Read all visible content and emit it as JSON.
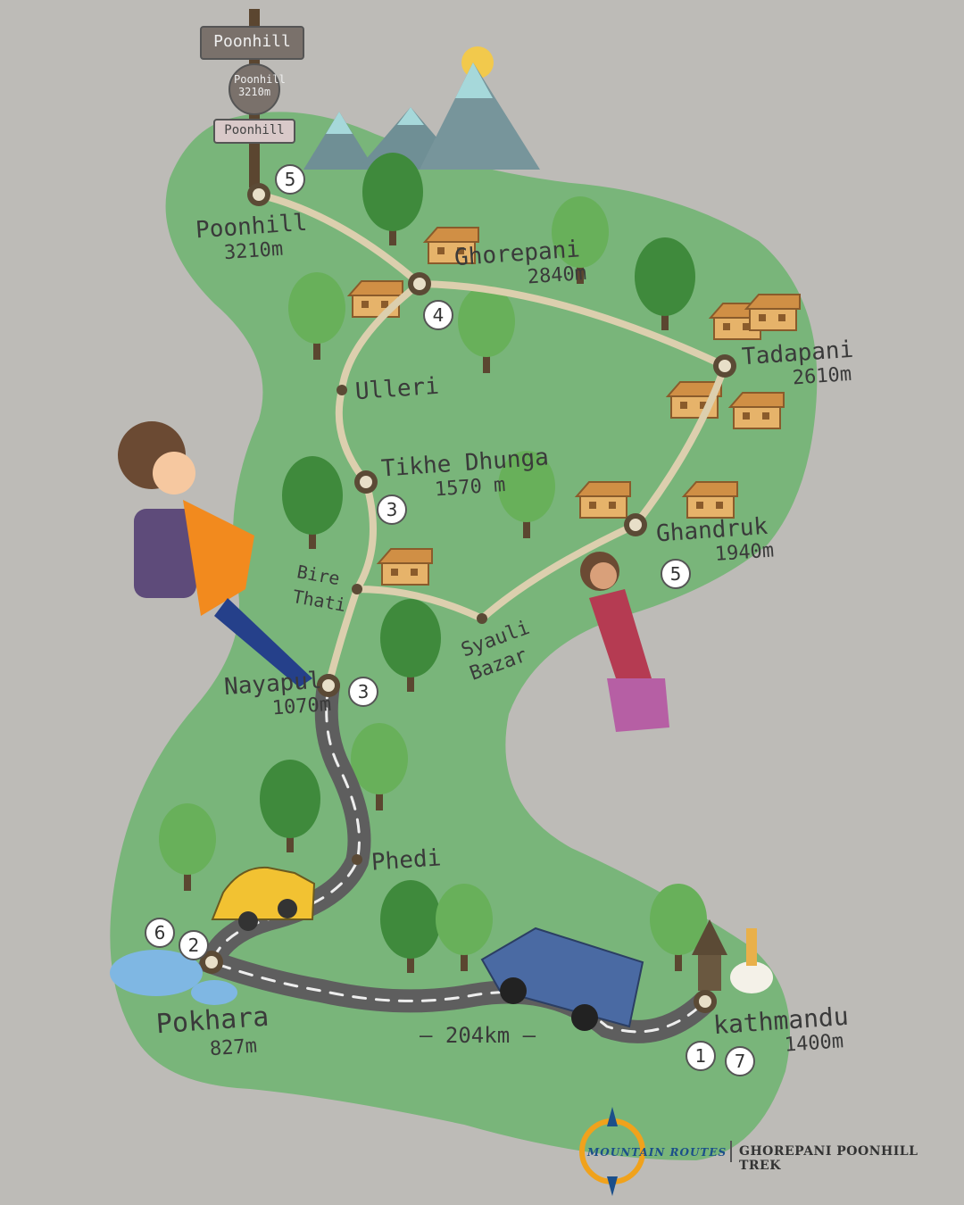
{
  "brand": {
    "name": "MOUNTAIN ROUTES",
    "title": "GHOREPANI POONHILL TREK"
  },
  "signpost": {
    "top": "Poonhill",
    "middle": "Poonhill 3210m",
    "bottom": "Poonhill"
  },
  "places": [
    {
      "key": "poonhill",
      "name": "Poonhill",
      "alt": "3210m"
    },
    {
      "key": "ghorepani",
      "name": "Ghorepani",
      "alt": "2840m"
    },
    {
      "key": "tadapani",
      "name": "Tadapani",
      "alt": "2610m"
    },
    {
      "key": "ulleri",
      "name": "Ulleri",
      "alt": ""
    },
    {
      "key": "tikhe",
      "name": "Tikhe Dhunga",
      "alt": "1570 m"
    },
    {
      "key": "ghandruk",
      "name": "Ghandruk",
      "alt": "1940m"
    },
    {
      "key": "birethati",
      "name": "Bire Thati",
      "alt": ""
    },
    {
      "key": "syauli",
      "name": "Syauli Bazar",
      "alt": ""
    },
    {
      "key": "nayapul",
      "name": "Nayapul",
      "alt": "1070m"
    },
    {
      "key": "phedi",
      "name": "Phedi",
      "alt": ""
    },
    {
      "key": "pokhara",
      "name": "Pokhara",
      "alt": "827m"
    },
    {
      "key": "kathmandu",
      "name": "kathmandu",
      "alt": "1400m"
    }
  ],
  "day_markers": [
    "5",
    "4",
    "3",
    "5",
    "3",
    "6",
    "2",
    "1",
    "7"
  ],
  "road_distance": "– 204km –",
  "colors": {
    "background": "#bdbbb7",
    "land": "#79b57a",
    "trail": "#dccfae",
    "road": "#5e5e5e",
    "tree": "#3f8a3c",
    "house": "#d08f45"
  }
}
